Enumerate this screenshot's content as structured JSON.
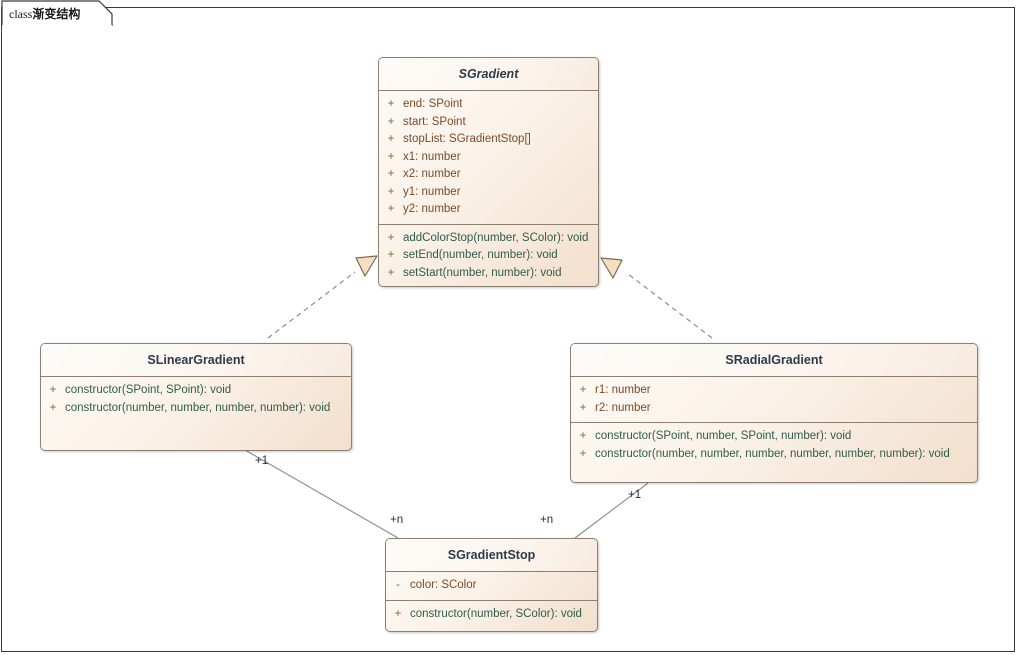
{
  "diagram": {
    "tab_keyword": "class",
    "tab_title": "渐变结构",
    "accent_border": "#8d7f72",
    "attr_color": "#7a4a28",
    "method_color": "#2f5d4f",
    "name_color": "#2f3a47"
  },
  "classes": {
    "sgradient": {
      "name": "SGradient",
      "stereotype": "abstract",
      "attributes": [
        {
          "visibility": "+",
          "signature": "end: SPoint"
        },
        {
          "visibility": "+",
          "signature": "start: SPoint"
        },
        {
          "visibility": "+",
          "signature": "stopList: SGradientStop[]"
        },
        {
          "visibility": "+",
          "signature": "x1: number"
        },
        {
          "visibility": "+",
          "signature": "x2: number"
        },
        {
          "visibility": "+",
          "signature": "y1: number"
        },
        {
          "visibility": "+",
          "signature": "y2: number"
        }
      ],
      "methods": [
        {
          "visibility": "+",
          "signature": "addColorStop(number, SColor): void"
        },
        {
          "visibility": "+",
          "signature": "setEnd(number, number): void"
        },
        {
          "visibility": "+",
          "signature": "setStart(number, number): void"
        }
      ]
    },
    "slineargradient": {
      "name": "SLinearGradient",
      "stereotype": "concrete",
      "attributes": [],
      "methods": [
        {
          "visibility": "+",
          "signature": "constructor(SPoint, SPoint): void"
        },
        {
          "visibility": "+",
          "signature": "constructor(number, number, number, number): void"
        }
      ]
    },
    "sradialgradient": {
      "name": "SRadialGradient",
      "stereotype": "concrete",
      "attributes": [
        {
          "visibility": "+",
          "signature": "r1: number"
        },
        {
          "visibility": "+",
          "signature": "r2: number"
        }
      ],
      "methods": [
        {
          "visibility": "+",
          "signature": "constructor(SPoint, number, SPoint, number): void"
        },
        {
          "visibility": "+",
          "signature": "constructor(number, number, number, number, number, number): void"
        }
      ]
    },
    "sgradientstop": {
      "name": "SGradientStop",
      "stereotype": "concrete",
      "attributes": [
        {
          "visibility": "-",
          "signature": "color: SColor"
        }
      ],
      "methods": [
        {
          "visibility": "+",
          "signature": "constructor(number, SColor): void"
        }
      ]
    }
  },
  "relationships": {
    "linear_realizes_gradient": {
      "type": "realization",
      "from": "SLinearGradient",
      "to": "SGradient",
      "line": "dashed",
      "arrow": "hollow-triangle"
    },
    "radial_realizes_gradient": {
      "type": "realization",
      "from": "SRadialGradient",
      "to": "SGradient",
      "line": "dashed",
      "arrow": "hollow-triangle"
    },
    "linear_has_stops": {
      "type": "association",
      "from": "SLinearGradient",
      "to": "SGradientStop",
      "source_multiplicity": "+1",
      "target_multiplicity": "+n"
    },
    "radial_has_stops": {
      "type": "association",
      "from": "SRadialGradient",
      "to": "SGradientStop",
      "source_multiplicity": "+1",
      "target_multiplicity": "+n"
    }
  }
}
